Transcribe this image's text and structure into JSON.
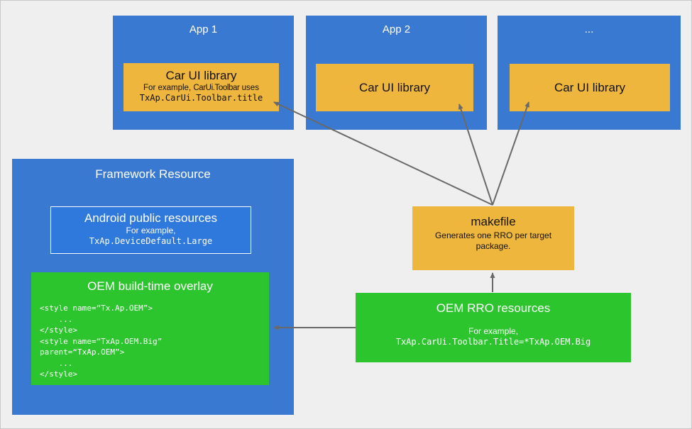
{
  "apps": [
    {
      "title": "App 1",
      "lib": {
        "title": "Car UI library",
        "example_prefix": "For example, ",
        "example_code_inline": "CarUi.Toolbar",
        "example_suffix": " uses",
        "example_resource": "TxAp.CarUi.Toolbar.title"
      }
    },
    {
      "title": "App 2",
      "lib": {
        "title": "Car UI library"
      }
    },
    {
      "title": "...",
      "lib": {
        "title": "Car UI library"
      }
    }
  ],
  "framework": {
    "title": "Framework Resource",
    "android_public": {
      "title": "Android public resources",
      "example_label": "For example,",
      "example_code": "TxAp.DeviceDefault.Large"
    },
    "oem_overlay": {
      "title": "OEM build-time overlay",
      "code": "<style name=“Tx.Ap.OEM”>\n    ...\n</style>\n<style name=“TxAp.OEM.Big”\nparent=“TxAp.OEM”>\n    ...\n</style>"
    }
  },
  "makefile": {
    "title": "makefile",
    "subtitle": "Generates one RRO per target package."
  },
  "oem_rro": {
    "title": "OEM RRO resources",
    "example_label": "For example,",
    "example_code": "TxAp.CarUi.Toolbar.Title=*TxAp.OEM.Big"
  },
  "colors": {
    "app_box_blue": "#3a79d2",
    "inner_blue": "#2f78dc",
    "library_yellow": "#eeb63c",
    "overlay_green": "#2cc52e",
    "arrow_gray": "#696969",
    "background_gray": "#efefef"
  }
}
